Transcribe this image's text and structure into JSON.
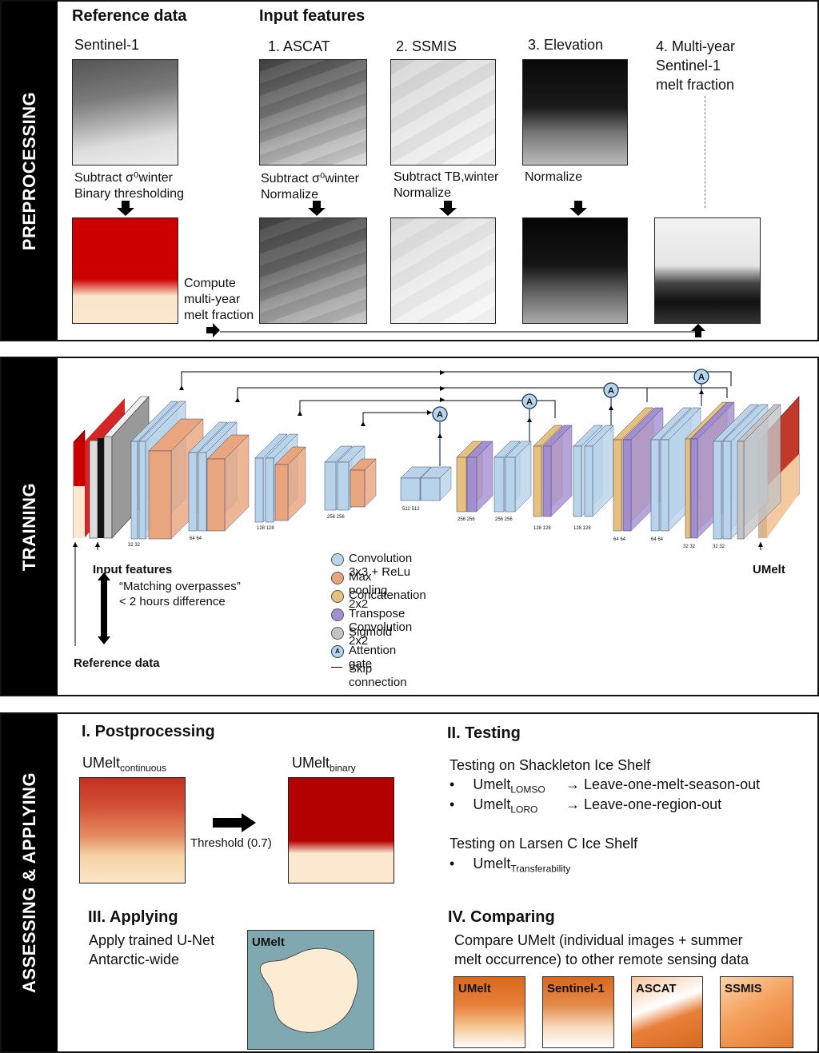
{
  "preprocessing": {
    "side_label": "PREPROCESSING",
    "reference_heading": "Reference data",
    "input_heading": "Input features",
    "sentinel_label": "Sentinel-1",
    "asc_label": "1. ASCAT",
    "ssmis_label": "2. SSMIS",
    "elev_label": "3. Elevation",
    "multi_label_1": "4. Multi-year",
    "multi_label_2": "Sentinel-1",
    "multi_label_3": "melt fraction",
    "sent_step_1": "Subtract σ⁰winter",
    "sent_step_2": "Binary thresholding",
    "asc_step_1": "Subtract σ⁰winter",
    "asc_step_2": "Normalize",
    "ssmis_step_1": "Subtract TB,winter",
    "ssmis_step_2": "Normalize",
    "elev_step": "Normalize",
    "compute_1": "Compute",
    "compute_2": "multi-year",
    "compute_3": "melt fraction"
  },
  "training": {
    "side_label": "TRAINING",
    "input_features": "Input features",
    "umelt": "UMelt",
    "matching_1": "“Matching overpasses”",
    "matching_2": "< 2 hours difference",
    "reference": "Reference data",
    "channel_labels": [
      "32 32",
      "64 64",
      "128 128",
      "256 256",
      "512 512",
      "256 256",
      "256 256",
      "128 128",
      "128 128",
      "64 64",
      "64 64",
      "32 32",
      "32 32"
    ],
    "attention_symbol": "A",
    "legend": [
      {
        "label": "Convolution 3x3 + ReLu",
        "color": "#b8d4ea"
      },
      {
        "label": "Max pooling 2x2",
        "color": "#e8a57e"
      },
      {
        "label": "Concatenation",
        "color": "#e6c07e"
      },
      {
        "label": "Transpose Convolution 2x2",
        "color": "#a48ed2"
      },
      {
        "label": "Sigmoid",
        "color": "#c4c4c4"
      },
      {
        "label": "Attention gate",
        "color": "#b8d4ea"
      },
      {
        "label": "Skip connection",
        "color": "#000000"
      }
    ]
  },
  "assessing": {
    "side_label": "ASSESSING & APPLYING",
    "post_heading": "I. Postprocessing",
    "umelt_cont": "UMelt",
    "umelt_cont_sub": "continuous",
    "umelt_bin": "UMelt",
    "umelt_bin_sub": "binary",
    "threshold": "Threshold (0.7)",
    "testing_heading": "II. Testing",
    "shackleton": "Testing on Shackleton Ice Shelf",
    "lomso_name": "Umelt",
    "lomso_sub": "LOMSO",
    "lomso_desc": "→ Leave-one-melt-season-out",
    "loro_name": "Umelt",
    "loro_sub": "LORO",
    "loro_desc": "→ Leave-one-region-out",
    "larsen": "Testing on Larsen C Ice Shelf",
    "transfer_name": "Umelt",
    "transfer_sub": "Transferability",
    "bullet": "•",
    "applying_heading": "III. Applying",
    "apply_1": "Apply trained U-Net",
    "apply_2": "Antarctic-wide",
    "map_label": "UMelt",
    "comparing_heading": "IV. Comparing",
    "compare_1": "Compare UMelt (individual images + summer",
    "compare_2": "melt occurrence) to other remote sensing data",
    "compare_maps": [
      "UMelt",
      "Sentinel-1",
      "ASCAT",
      "SSMIS"
    ]
  }
}
